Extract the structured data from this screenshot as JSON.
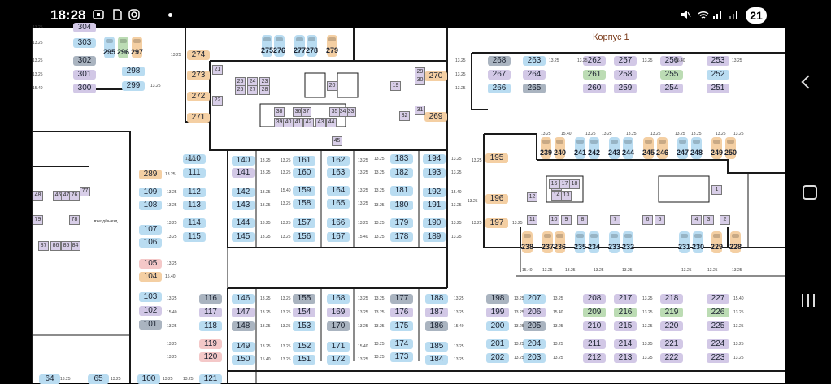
{
  "status_bar": {
    "time": "18:28",
    "icons": [
      "screenshot-icon",
      "document-icon",
      "instagram-icon",
      "notification-dot"
    ],
    "right_icons": [
      "mute-icon",
      "wifi-icon",
      "signal-icon",
      "signal-icon-2"
    ],
    "badge": "21"
  },
  "plan": {
    "building_label": "Корпус 1",
    "exit_label": "въезд/выезд",
    "price_label": "13.25",
    "price_label_alt": "15.40",
    "colors": {
      "blue": "#b9dcf1",
      "purple": "#d2c8e6",
      "grey": "#aab4c0",
      "green": "#bcdcb4",
      "orange": "#f4cfa3",
      "pink": "#f4c8c8",
      "cell": "#d8cee8"
    },
    "spots": [
      {
        "n": "304",
        "c": "purple"
      },
      {
        "n": "303",
        "c": "blue"
      },
      {
        "n": "302",
        "c": "grey"
      },
      {
        "n": "301",
        "c": "purple"
      },
      {
        "n": "300",
        "c": "purple"
      },
      {
        "n": "298",
        "c": "blue"
      },
      {
        "n": "299",
        "c": "blue"
      },
      {
        "n": "274",
        "c": "orange"
      },
      {
        "n": "273",
        "c": "orange"
      },
      {
        "n": "272",
        "c": "orange"
      },
      {
        "n": "271",
        "c": "orange"
      },
      {
        "n": "270",
        "c": "orange"
      },
      {
        "n": "269",
        "c": "orange"
      },
      {
        "n": "268",
        "c": "grey"
      },
      {
        "n": "267",
        "c": "purple"
      },
      {
        "n": "266",
        "c": "blue"
      },
      {
        "n": "263",
        "c": "blue"
      },
      {
        "n": "264",
        "c": "purple"
      },
      {
        "n": "265",
        "c": "grey"
      },
      {
        "n": "262",
        "c": "purple"
      },
      {
        "n": "261",
        "c": "green"
      },
      {
        "n": "260",
        "c": "purple"
      },
      {
        "n": "257",
        "c": "purple"
      },
      {
        "n": "258",
        "c": "purple"
      },
      {
        "n": "259",
        "c": "purple"
      },
      {
        "n": "256",
        "c": "purple"
      },
      {
        "n": "255",
        "c": "green"
      },
      {
        "n": "254",
        "c": "purple"
      },
      {
        "n": "253",
        "c": "purple"
      },
      {
        "n": "252",
        "c": "blue"
      },
      {
        "n": "251",
        "c": "purple"
      },
      {
        "n": "289",
        "c": "orange"
      },
      {
        "n": "110",
        "c": "blue"
      },
      {
        "n": "111",
        "c": "blue"
      },
      {
        "n": "109",
        "c": "blue"
      },
      {
        "n": "112",
        "c": "blue"
      },
      {
        "n": "108",
        "c": "blue"
      },
      {
        "n": "113",
        "c": "blue"
      },
      {
        "n": "114",
        "c": "blue"
      },
      {
        "n": "107",
        "c": "blue"
      },
      {
        "n": "115",
        "c": "blue"
      },
      {
        "n": "106",
        "c": "blue"
      },
      {
        "n": "105",
        "c": "pink"
      },
      {
        "n": "104",
        "c": "orange"
      },
      {
        "n": "140",
        "c": "blue"
      },
      {
        "n": "141",
        "c": "purple"
      },
      {
        "n": "142",
        "c": "blue"
      },
      {
        "n": "143",
        "c": "blue"
      },
      {
        "n": "144",
        "c": "blue"
      },
      {
        "n": "145",
        "c": "blue"
      },
      {
        "n": "161",
        "c": "blue"
      },
      {
        "n": "160",
        "c": "blue"
      },
      {
        "n": "159",
        "c": "blue"
      },
      {
        "n": "158",
        "c": "blue"
      },
      {
        "n": "157",
        "c": "blue"
      },
      {
        "n": "156",
        "c": "blue"
      },
      {
        "n": "162",
        "c": "blue"
      },
      {
        "n": "163",
        "c": "blue"
      },
      {
        "n": "164",
        "c": "blue"
      },
      {
        "n": "165",
        "c": "blue"
      },
      {
        "n": "166",
        "c": "blue"
      },
      {
        "n": "167",
        "c": "blue"
      },
      {
        "n": "183",
        "c": "blue"
      },
      {
        "n": "182",
        "c": "blue"
      },
      {
        "n": "181",
        "c": "blue"
      },
      {
        "n": "180",
        "c": "blue"
      },
      {
        "n": "179",
        "c": "blue"
      },
      {
        "n": "178",
        "c": "blue"
      },
      {
        "n": "194",
        "c": "blue"
      },
      {
        "n": "193",
        "c": "blue"
      },
      {
        "n": "192",
        "c": "blue"
      },
      {
        "n": "191",
        "c": "blue"
      },
      {
        "n": "190",
        "c": "blue"
      },
      {
        "n": "189",
        "c": "blue"
      },
      {
        "n": "195",
        "c": "orange"
      },
      {
        "n": "196",
        "c": "orange"
      },
      {
        "n": "197",
        "c": "orange"
      },
      {
        "n": "116",
        "c": "grey"
      },
      {
        "n": "117",
        "c": "purple"
      },
      {
        "n": "118",
        "c": "blue"
      },
      {
        "n": "119",
        "c": "pink"
      },
      {
        "n": "120",
        "c": "pink"
      },
      {
        "n": "121",
        "c": "blue"
      },
      {
        "n": "103",
        "c": "blue"
      },
      {
        "n": "102",
        "c": "purple"
      },
      {
        "n": "101",
        "c": "grey"
      },
      {
        "n": "146",
        "c": "blue"
      },
      {
        "n": "147",
        "c": "purple"
      },
      {
        "n": "148",
        "c": "grey"
      },
      {
        "n": "149",
        "c": "blue"
      },
      {
        "n": "150",
        "c": "blue"
      },
      {
        "n": "155",
        "c": "grey"
      },
      {
        "n": "154",
        "c": "purple"
      },
      {
        "n": "153",
        "c": "blue"
      },
      {
        "n": "152",
        "c": "blue"
      },
      {
        "n": "151",
        "c": "blue"
      },
      {
        "n": "168",
        "c": "blue"
      },
      {
        "n": "169",
        "c": "purple"
      },
      {
        "n": "170",
        "c": "grey"
      },
      {
        "n": "171",
        "c": "blue"
      },
      {
        "n": "172",
        "c": "blue"
      },
      {
        "n": "177",
        "c": "grey"
      },
      {
        "n": "176",
        "c": "purple"
      },
      {
        "n": "175",
        "c": "blue"
      },
      {
        "n": "174",
        "c": "blue"
      },
      {
        "n": "173",
        "c": "blue"
      },
      {
        "n": "188",
        "c": "blue"
      },
      {
        "n": "187",
        "c": "purple"
      },
      {
        "n": "186",
        "c": "grey"
      },
      {
        "n": "185",
        "c": "blue"
      },
      {
        "n": "184",
        "c": "blue"
      },
      {
        "n": "198",
        "c": "grey"
      },
      {
        "n": "199",
        "c": "purple"
      },
      {
        "n": "200",
        "c": "blue"
      },
      {
        "n": "201",
        "c": "blue"
      },
      {
        "n": "202",
        "c": "blue"
      },
      {
        "n": "207",
        "c": "blue"
      },
      {
        "n": "206",
        "c": "purple"
      },
      {
        "n": "205",
        "c": "grey"
      },
      {
        "n": "204",
        "c": "blue"
      },
      {
        "n": "203",
        "c": "blue"
      },
      {
        "n": "208",
        "c": "purple"
      },
      {
        "n": "209",
        "c": "green"
      },
      {
        "n": "210",
        "c": "purple"
      },
      {
        "n": "211",
        "c": "purple"
      },
      {
        "n": "212",
        "c": "purple"
      },
      {
        "n": "217",
        "c": "purple"
      },
      {
        "n": "216",
        "c": "green"
      },
      {
        "n": "215",
        "c": "purple"
      },
      {
        "n": "214",
        "c": "purple"
      },
      {
        "n": "213",
        "c": "purple"
      },
      {
        "n": "218",
        "c": "purple"
      },
      {
        "n": "219",
        "c": "green"
      },
      {
        "n": "220",
        "c": "purple"
      },
      {
        "n": "221",
        "c": "purple"
      },
      {
        "n": "222",
        "c": "purple"
      },
      {
        "n": "227",
        "c": "purple"
      },
      {
        "n": "226",
        "c": "green"
      },
      {
        "n": "225",
        "c": "purple"
      },
      {
        "n": "224",
        "c": "purple"
      },
      {
        "n": "223",
        "c": "purple"
      },
      {
        "n": "64",
        "c": "blue"
      },
      {
        "n": "65",
        "c": "blue"
      },
      {
        "n": "100",
        "c": "blue"
      }
    ],
    "cars": [
      {
        "n": "295",
        "c": "blue"
      },
      {
        "n": "296",
        "c": "green"
      },
      {
        "n": "297",
        "c": "orange"
      },
      {
        "n": "275",
        "c": "blue"
      },
      {
        "n": "276",
        "c": "blue"
      },
      {
        "n": "277",
        "c": "blue"
      },
      {
        "n": "278",
        "c": "blue"
      },
      {
        "n": "279",
        "c": "orange"
      },
      {
        "n": "239",
        "c": "orange"
      },
      {
        "n": "240",
        "c": "orange"
      },
      {
        "n": "241",
        "c": "blue"
      },
      {
        "n": "242",
        "c": "blue"
      },
      {
        "n": "243",
        "c": "blue"
      },
      {
        "n": "244",
        "c": "blue"
      },
      {
        "n": "245",
        "c": "orange"
      },
      {
        "n": "246",
        "c": "orange"
      },
      {
        "n": "247",
        "c": "blue"
      },
      {
        "n": "248",
        "c": "blue"
      },
      {
        "n": "249",
        "c": "orange"
      },
      {
        "n": "250",
        "c": "orange"
      },
      {
        "n": "238",
        "c": "orange"
      },
      {
        "n": "237",
        "c": "orange"
      },
      {
        "n": "236",
        "c": "orange"
      },
      {
        "n": "235",
        "c": "blue"
      },
      {
        "n": "234",
        "c": "blue"
      },
      {
        "n": "233",
        "c": "blue"
      },
      {
        "n": "232",
        "c": "blue"
      },
      {
        "n": "231",
        "c": "blue"
      },
      {
        "n": "230",
        "c": "blue"
      },
      {
        "n": "229",
        "c": "orange"
      },
      {
        "n": "228",
        "c": "orange"
      }
    ],
    "cells": [
      "21",
      "22",
      "23",
      "24",
      "25",
      "26",
      "27",
      "28",
      "20",
      "19",
      "29",
      "30",
      "31",
      "32",
      "33",
      "34",
      "35",
      "36",
      "37",
      "38",
      "39",
      "40",
      "41",
      "42",
      "43",
      "44",
      "45",
      "46",
      "47",
      "48",
      "76",
      "77",
      "78",
      "79",
      "84",
      "85",
      "86",
      "87",
      "1",
      "2",
      "3",
      "4",
      "5",
      "6",
      "7",
      "8",
      "9",
      "10",
      "11",
      "12",
      "13",
      "14",
      "15",
      "16",
      "17",
      "18"
    ]
  }
}
